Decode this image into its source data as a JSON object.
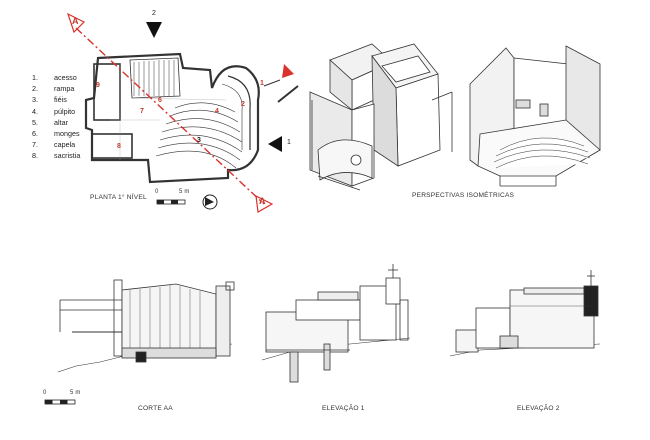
{
  "legend": [
    {
      "num": "1.",
      "text": "acesso"
    },
    {
      "num": "2.",
      "text": "rampa"
    },
    {
      "num": "3.",
      "text": "fiéis"
    },
    {
      "num": "4.",
      "text": "púlpito"
    },
    {
      "num": "5.",
      "text": "altar"
    },
    {
      "num": "6.",
      "text": "monges"
    },
    {
      "num": "7.",
      "text": "capela"
    },
    {
      "num": "8.",
      "text": "sacristia"
    }
  ],
  "plan": {
    "caption": "PLANTA 1° NÍVEL",
    "scale_start": "0",
    "scale_end": "5 m",
    "section_letter": "A",
    "view_marker_1": "1",
    "view_marker_2": "2",
    "room_labels": [
      "1",
      "2",
      "3",
      "4",
      "6",
      "7",
      "8",
      "9"
    ]
  },
  "perspectives": {
    "caption": "PERSPECTIVAS ISOMÉTRICAS"
  },
  "section": {
    "caption": "CORTE AA",
    "scale_start": "0",
    "scale_end": "5 m"
  },
  "elevation1": {
    "caption": "ELEVAÇÃO 1"
  },
  "elevation2": {
    "caption": "ELEVAÇÃO 2"
  },
  "colors": {
    "accent": "#d9332b",
    "line": "#333333"
  }
}
